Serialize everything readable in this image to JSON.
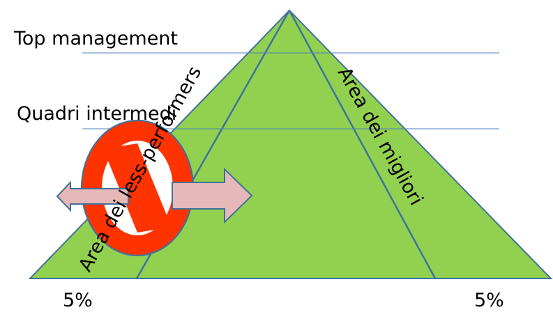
{
  "labels": {
    "top_management": "Top management",
    "middle_managers": "Quadri intermedi",
    "left_area": "Area  dei less-performers",
    "right_area": "Area  dei migliori",
    "left_percent": "5%",
    "right_percent": "5%"
  },
  "colors": {
    "pyramid_fill": "#92d050",
    "pyramid_stroke": "#41719c",
    "divider_lines": "#4f81bd",
    "prohibition_fill": "#ff3300",
    "prohibition_stroke": "#41719c",
    "arrow_fill": "#e6b8b7"
  },
  "icons": {
    "prohibition": "no-entry-symbol",
    "left_arrow": "arrow-left",
    "right_arrow": "arrow-right"
  }
}
